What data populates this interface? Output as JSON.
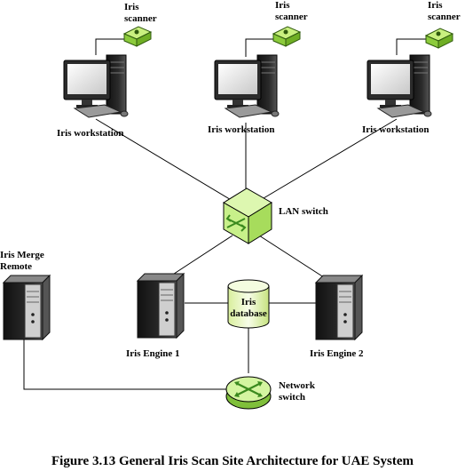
{
  "labels": {
    "scanner1_line1": "Iris",
    "scanner1_line2": "scanner",
    "scanner2_line1": "Iris",
    "scanner2_line2": "scanner",
    "scanner3_line1": "Iris",
    "scanner3_line2": "scanner",
    "workstation1": "Iris workstation",
    "workstation2": "Iris workstation",
    "workstation3": "Iris workstation",
    "lan_switch": "LAN switch",
    "merge_line1": "Iris Merge",
    "merge_line2": "Remote",
    "database_line1": "Iris",
    "database_line2": "database",
    "engine1": "Iris Engine 1",
    "engine2": "Iris Engine 2",
    "network_switch_line1": "Network",
    "network_switch_line2": "switch"
  },
  "caption": "Figure 3.13  General Iris Scan Site Architecture for UAE System",
  "colors": {
    "switch_green": "#c8f08a",
    "switch_arrow": "#3a8a1e",
    "scanner_green": "#9fdc4a",
    "line": "#000000"
  }
}
